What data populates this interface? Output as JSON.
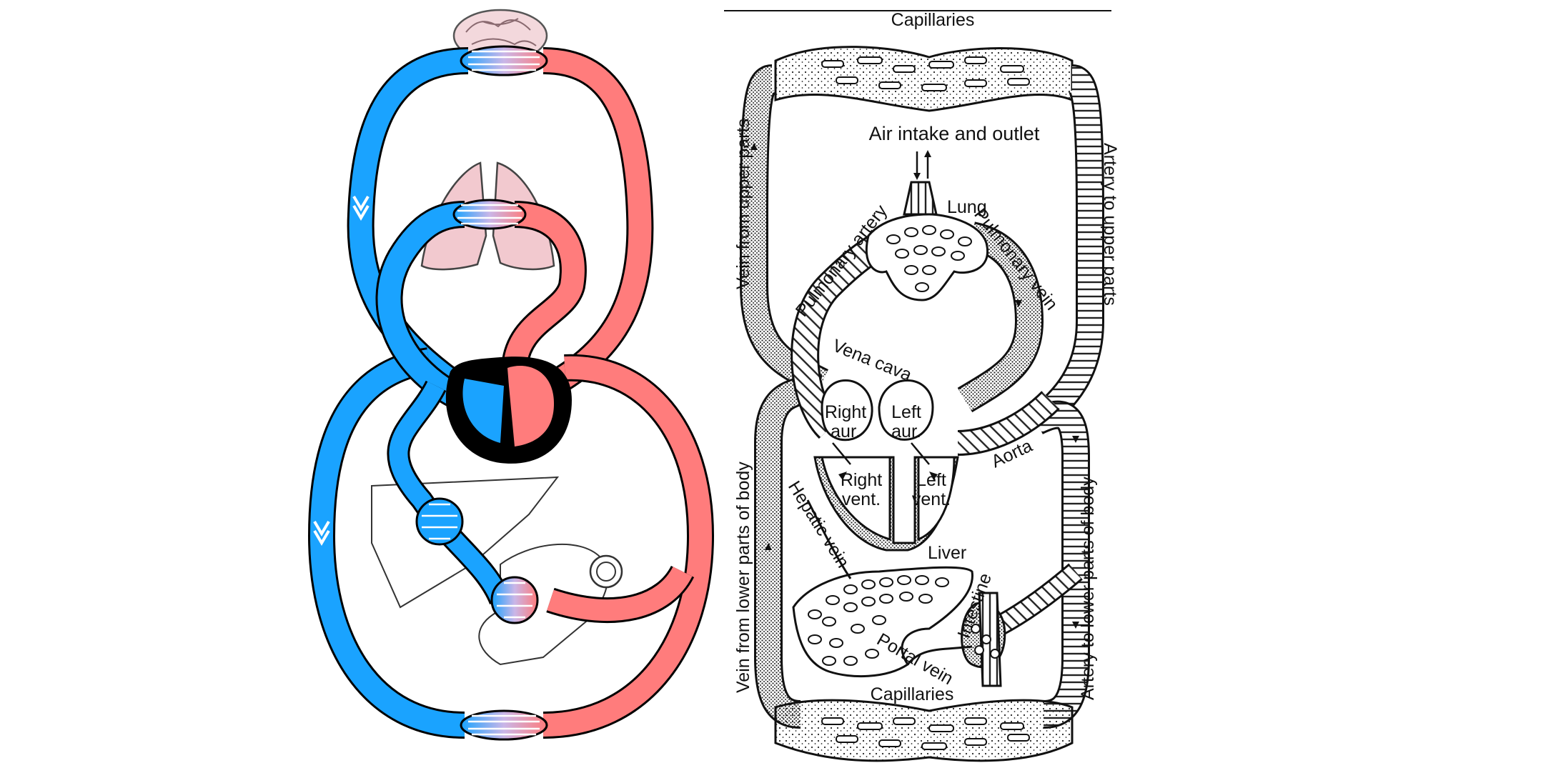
{
  "colors": {
    "vein_blue": "#1aa3ff",
    "artery_red": "#ff7c7c",
    "heart_black": "#000000",
    "lung_pink": "#f2c9cf",
    "brain_pink": "#f3d8dc",
    "line_black": "#111111"
  },
  "labels": {
    "capillaries_top": "Capillaries",
    "air_intake": "Air intake and outlet",
    "lung": "Lung",
    "pulmonary_artery": "Pulmonary artery",
    "pulmonary_vein": "Pulmonary vein",
    "vena_cava": "Vena cava",
    "right_aur_1": "Right",
    "right_aur_2": "aur.",
    "left_aur_1": "Left",
    "left_aur_2": "aur.",
    "right_vent_1": "Right",
    "right_vent_2": "vent.",
    "left_vent_1": "Left",
    "left_vent_2": "vent.",
    "aorta": "Aorta",
    "hepatic_vein": "Hepatic vein",
    "liver": "Liver",
    "intestine": "Intestine",
    "portal_vein": "Portal vein",
    "capillaries_bottom": "Capillaries",
    "vein_upper": "Vein from upper parts",
    "artery_upper": "Artery to upper parts",
    "vein_lower": "Vein from lower parts of body",
    "artery_lower": "Artery to lower parts of body"
  }
}
